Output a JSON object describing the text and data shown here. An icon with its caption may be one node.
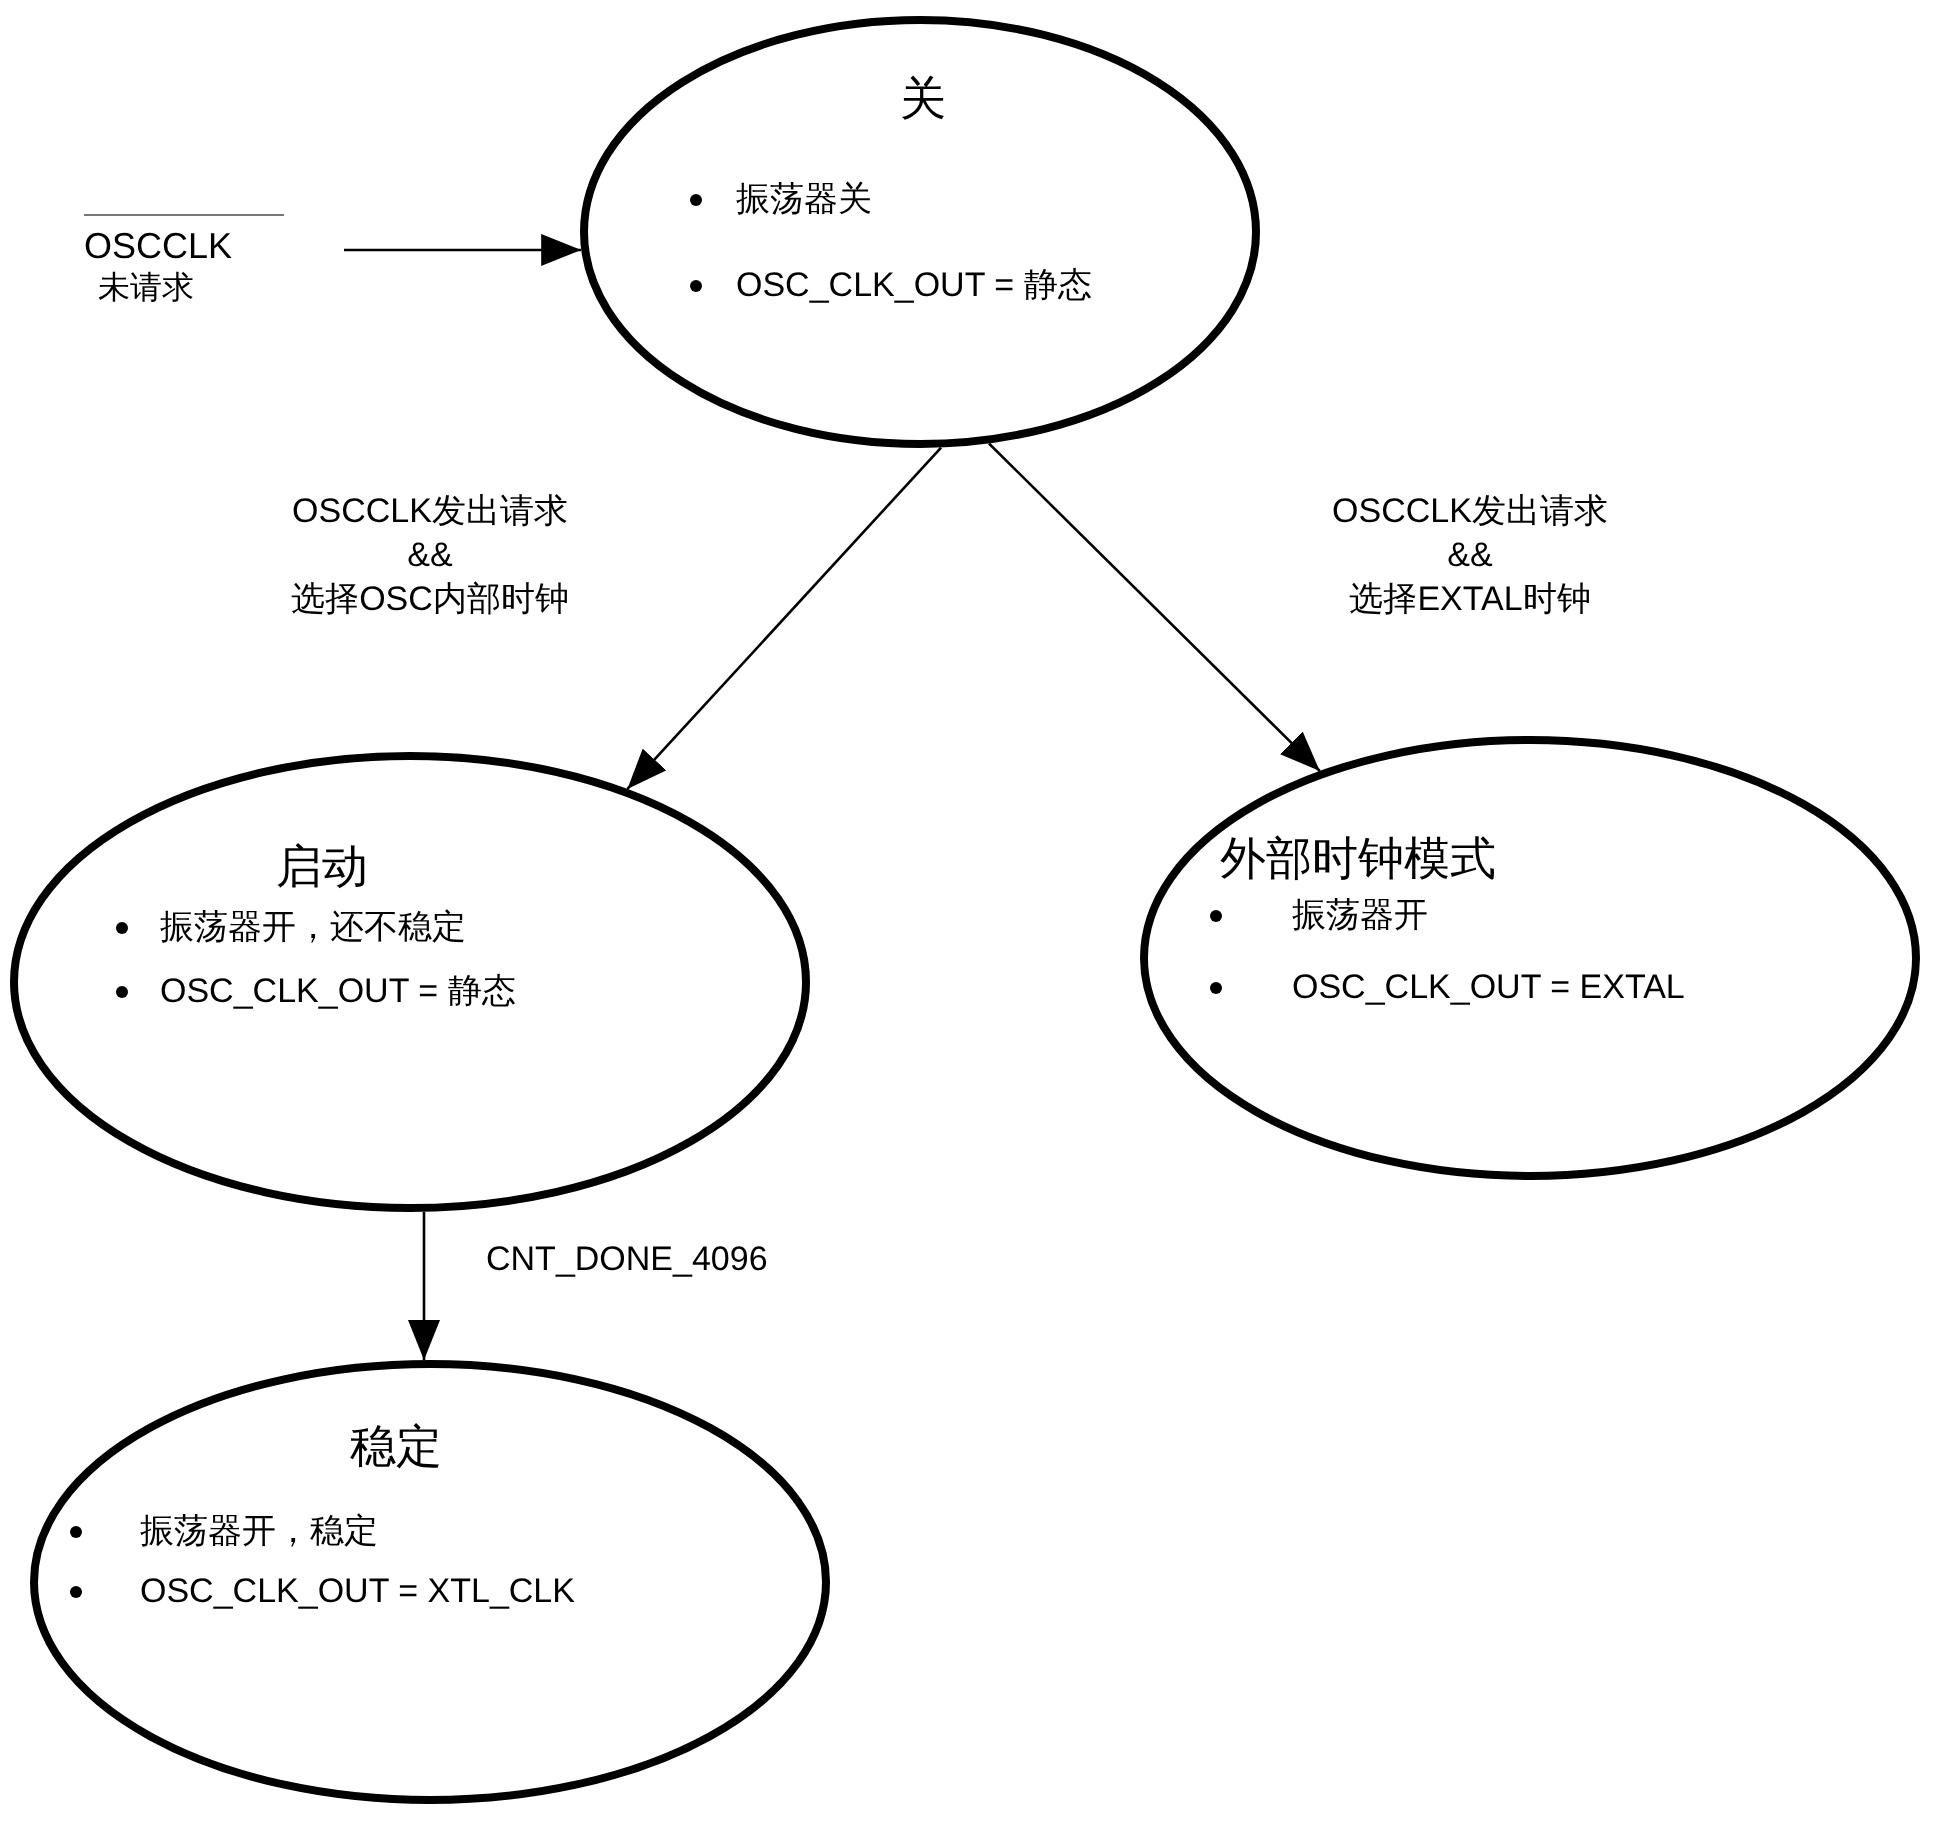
{
  "diagram": {
    "nodes": [
      {
        "text": [
          "关",
          "振荡器关",
          "OSC_CLK_OUT = 静态"
        ]
      },
      {
        "text": [
          "启动",
          "振荡器开，还不稳定",
          "OSC_CLK_OUT = 静态"
        ]
      },
      {
        "text": [
          "外部时钟模式",
          "振荡器开",
          "OSC_CLK_OUT = EXTAL"
        ]
      },
      {
        "text": [
          "稳定",
          "振荡器开，稳定",
          "OSC_CLK_OUT = XTL_CLK"
        ]
      },
      {
        "text": [
          "OSCCLK",
          "未请求"
        ]
      }
    ],
    "edges": [
      {
        "from": 4,
        "to": 0,
        "arrow": "to"
      },
      {
        "from": 0,
        "to": 1,
        "arrow": "to",
        "label": "OSCCLK发出请求 && 选择OSC内部时钟"
      },
      {
        "from": 0,
        "to": 2,
        "arrow": "to",
        "label": "OSCCLK发出请求 && 选择EXTAL时钟"
      },
      {
        "from": 1,
        "to": 3,
        "arrow": "to",
        "label": "CNT_DONE_4096"
      }
    ]
  }
}
